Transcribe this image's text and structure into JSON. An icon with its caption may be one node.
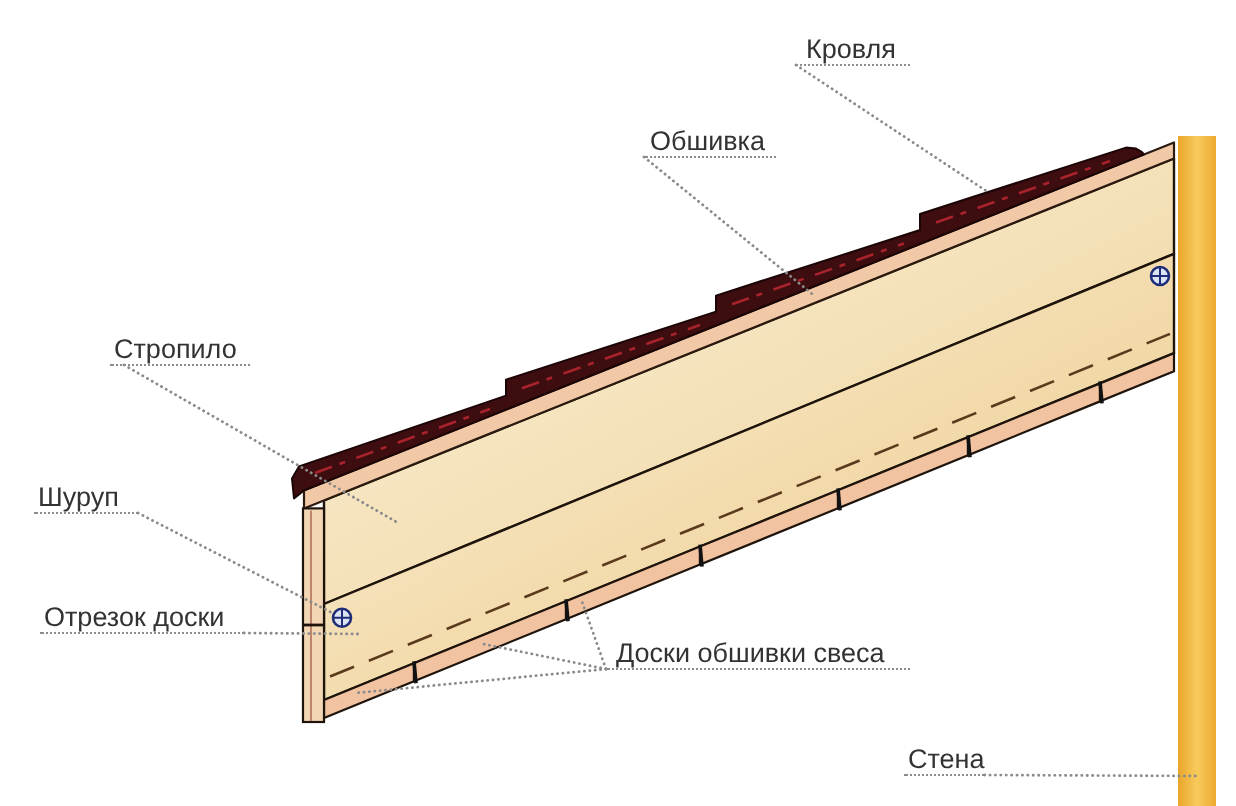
{
  "diagram": {
    "nodes": [
      {
        "text": [
          "Кровля"
        ]
      },
      {
        "text": [
          "Обшивка"
        ]
      },
      {
        "text": [
          "Стропило"
        ]
      },
      {
        "text": [
          "Шуруп"
        ]
      },
      {
        "text": [
          "Отрезок доски"
        ]
      },
      {
        "text": [
          "Доски обшивки свеса"
        ]
      },
      {
        "text": [
          "Стена"
        ]
      },
      {
        "text": [],
        "shape": "bar"
      },
      {
        "text": [],
        "shape": "bar"
      },
      {
        "text": [],
        "shape": "bar"
      },
      {
        "text": [],
        "shape": "circle",
        "in": 11
      },
      {
        "text": [],
        "shape": "bar"
      },
      {
        "text": [],
        "shape": "bar"
      },
      {
        "text": [],
        "shape": "bar"
      },
      {
        "text": [],
        "shape": "bar"
      },
      {
        "text": [],
        "shape": "bar"
      }
    ],
    "edges": [
      {
        "from": 0,
        "to": 7,
        "arrow": "none"
      },
      {
        "from": 1,
        "to": 8,
        "arrow": "none"
      },
      {
        "from": 2,
        "to": 9,
        "arrow": "none"
      },
      {
        "from": 3,
        "to": 10,
        "arrow": "none"
      },
      {
        "from": 4,
        "to": 11,
        "arrow": "none"
      },
      {
        "from": 5,
        "to": 12,
        "arrow": "none"
      },
      {
        "from": 5,
        "to": 13,
        "arrow": "none"
      },
      {
        "from": 5,
        "to": 14,
        "arrow": "none"
      },
      {
        "from": 6,
        "to": 15,
        "arrow": "none"
      }
    ]
  }
}
